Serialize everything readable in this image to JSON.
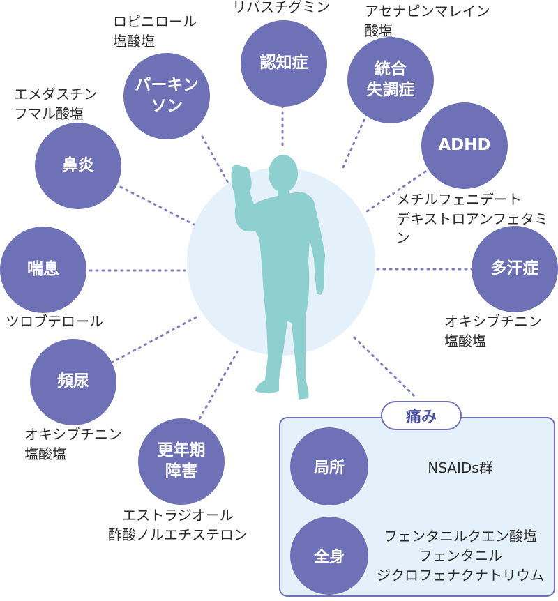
{
  "colors": {
    "node_fill": "#6e71b6",
    "center_circle": "#e4f1fa",
    "figure": "#8ecfcf",
    "connector": "#7a7dbf",
    "pain_box_fill": "#e4f1fa"
  },
  "figure": {
    "icon": "person-waving-icon"
  },
  "conditions": {
    "dementia": {
      "label": "認知症",
      "drug": "リバスチグミン"
    },
    "schizophrenia": {
      "label": "統合\n失調症",
      "drug": "アセナピンマレイン\n酸塩"
    },
    "parkinsons": {
      "label": "パーキン\nソン",
      "drug": "ロピニロール\n塩酸塩"
    },
    "rhinitis": {
      "label": "鼻炎",
      "drug": "エメダスチン\nフマル酸塩"
    },
    "adhd": {
      "label": "ADHD",
      "drug": "メチルフェニデート\nデキストロアンフェタミン"
    },
    "asthma": {
      "label": "喘息",
      "drug": "ツロブテロール"
    },
    "hyperhidrosis": {
      "label": "多汗症",
      "drug": "オキシブチニン\n塩酸塩"
    },
    "frequent_urination": {
      "label": "頻尿",
      "drug": "オキシブチニン\n塩酸塩"
    },
    "menopause": {
      "label": "更年期\n障害",
      "drug": "エストラジオール\n酢酸ノルエチステロン"
    }
  },
  "pain": {
    "title": "痛み",
    "local": {
      "label": "局所",
      "drug": "NSAIDs群"
    },
    "systemic": {
      "label": "全身",
      "drug": "フェンタニルクエン酸塩\nフェンタニル\nジクロフェナクナトリウム"
    }
  }
}
